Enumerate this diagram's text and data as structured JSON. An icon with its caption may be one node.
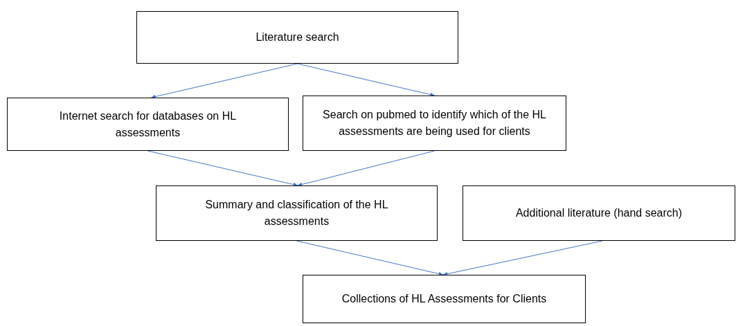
{
  "diagram": {
    "nodes": [
      {
        "text": [
          "Literature search"
        ]
      },
      {
        "text": [
          "Internet search for databases on HL assessments"
        ]
      },
      {
        "text": [
          "Search on pubmed to identify which of the HL assessments are being used for clients"
        ]
      },
      {
        "text": [
          "Summary and classification of the HL assessments"
        ]
      },
      {
        "text": [
          "Additional literature (hand search)"
        ]
      },
      {
        "text": [
          "Collections of HL Assessments for Clients"
        ]
      }
    ],
    "edges": [
      {
        "from": 0,
        "to": 1,
        "arrow": "to"
      },
      {
        "from": 0,
        "to": 2,
        "arrow": "to"
      },
      {
        "from": 1,
        "to": 3,
        "arrow": "to"
      },
      {
        "from": 2,
        "to": 3,
        "arrow": "to"
      },
      {
        "from": 3,
        "to": 5,
        "arrow": "to"
      },
      {
        "from": 4,
        "to": 5,
        "arrow": "to"
      }
    ]
  }
}
